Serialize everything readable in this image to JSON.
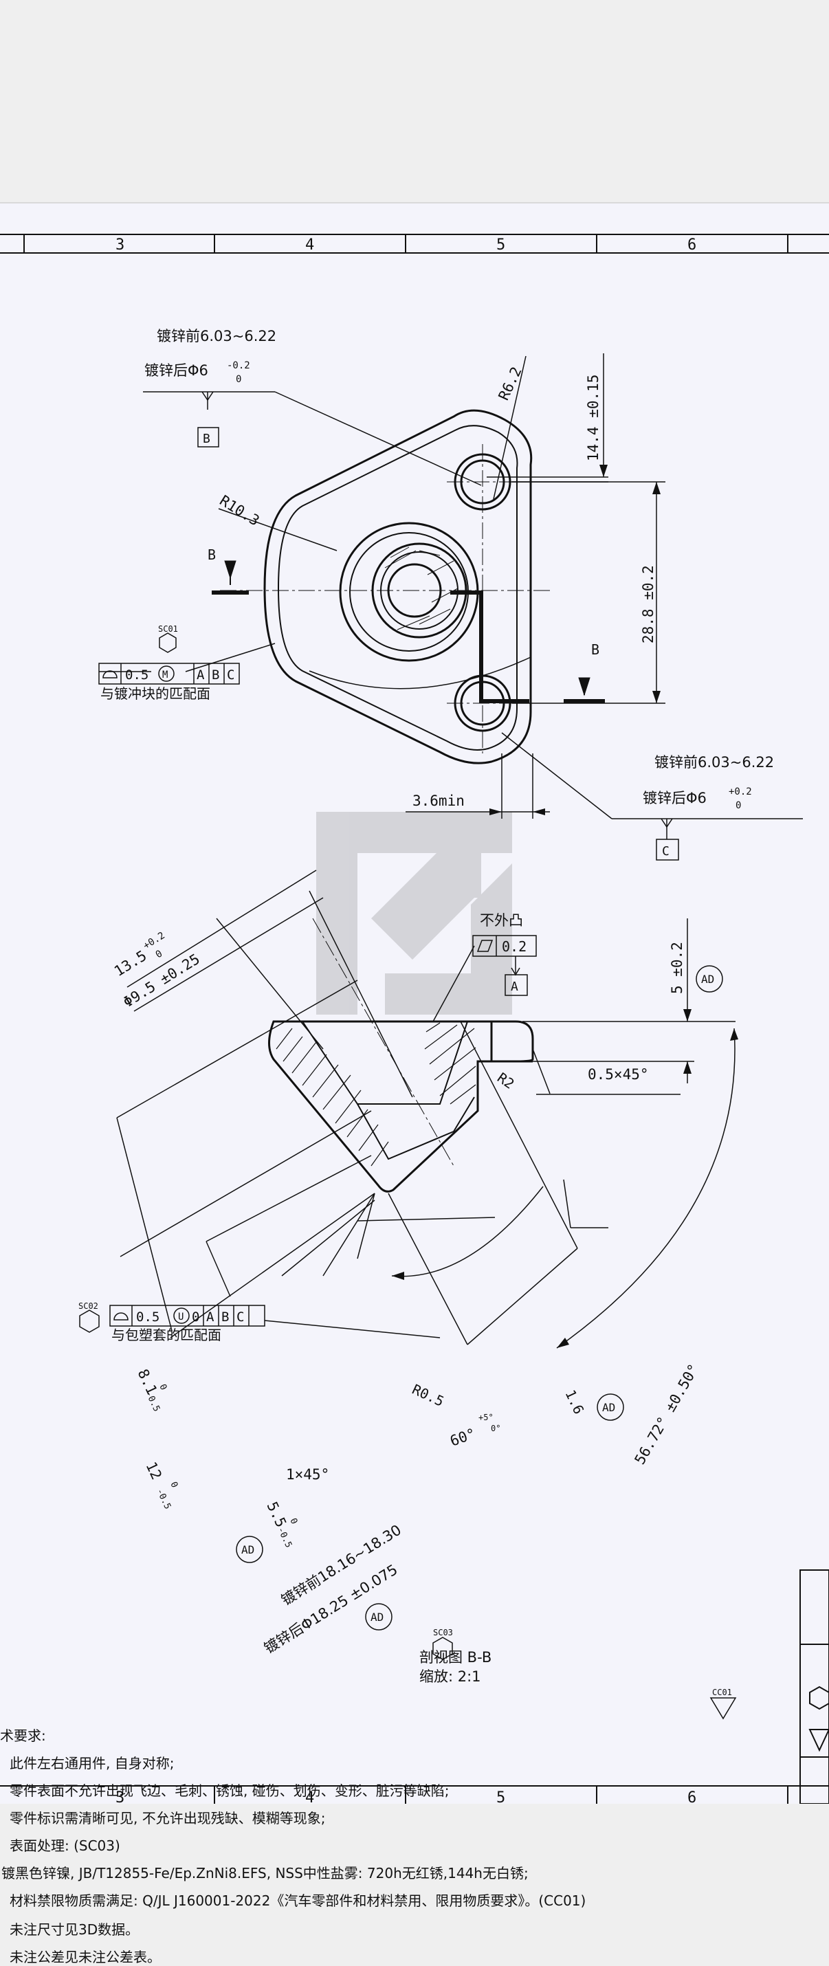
{
  "grid": {
    "top": [
      "3",
      "4",
      "5",
      "6"
    ],
    "bottom": [
      "3",
      "4",
      "5",
      "6"
    ]
  },
  "plan_view": {
    "pre_plating_b": "镀锌前6.03~6.22",
    "post_plating_b": "镀锌后Φ6",
    "tol_b_upper": "-0.2",
    "tol_b_lower": "0",
    "datum_b": "B",
    "r62": "R6.2",
    "dim_144": "14.4 ±0.15",
    "r103": "R10.3",
    "section_mark": "B",
    "sc01": "SC01",
    "fcf1": {
      "value": "0.5",
      "modifier": "M",
      "d1": "A",
      "d2": "B",
      "d3": "C"
    },
    "note_punch": "与镀冲块的匹配面",
    "dim_288": "28.8 ±0.2",
    "pre_plating_c": "镀锌前6.03~6.22",
    "post_plating_c": "镀锌后Φ6",
    "tol_c_upper": "+0.2",
    "tol_c_lower": "0",
    "datum_c": "C",
    "min_36": "3.6min"
  },
  "section_view": {
    "no_convex": "不外凸",
    "flatness": "0.2",
    "datum_a": "A",
    "dim_5": "5 ±0.2",
    "ad": "AD",
    "dim_135": "13.5",
    "dim_135_tol_u": "+0.2",
    "dim_135_tol_l": "0",
    "dim_95": "Φ9.5 ±0.25",
    "r2": "R2",
    "chamfer_05": "0.5×45°",
    "sc02": "SC02",
    "fcf2": {
      "value": "0.5",
      "modifier": "U",
      "extra": "0",
      "d1": "A",
      "d2": "B",
      "d3": "C"
    },
    "note_plastic": "与包塑套的匹配面",
    "dim_81": "8.1",
    "dim_81_tol_u": "0",
    "dim_81_tol_l": "-0.5",
    "dim_12": "12",
    "dim_12_tol_u": "0",
    "dim_12_tol_l": "-0.5",
    "r05": "R0.5",
    "ang_60": "60°",
    "ang_60_tol_u": "+5°",
    "ang_60_tol_l": "0°",
    "dim_16": "1.6",
    "ang_5672": "56.72° ±0.50°",
    "chamfer_1": "1×45°",
    "dim_55": "5.5",
    "dim_55_tol_u": "0",
    "dim_55_tol_l": "-0.5",
    "pre_1816": "镀锌前18.16~18.30",
    "post_1825": "镀锌后Φ18.25 ±0.075",
    "caption": "剖视图 B-B",
    "scale": "缩放:   2:1"
  },
  "notes": {
    "heading": "术要求:",
    "items": [
      "此件左右通用件, 自身对称;",
      "零件表面不允许出现飞边、毛刺、锈蚀, 碰伤、划伤、变形、脏污等缺陷;",
      "零件标识需清晰可见, 不允许出现残缺、模糊等现象;",
      "表面处理: (SC03)",
      "镀黑色锌镍, JB/T12855-Fe/Ep.ZnNi8.EFS, NSS中性盐雾: 720h无红锈,144h无白锈;",
      "材料禁限物质需满足: Q/JL J160001-2022《汽车零部件和材料禁用、限用物质要求》。(CC01)",
      "未注尺寸见3D数据。",
      "未注公差见未注公差表。"
    ],
    "sc03": "SC03",
    "cc01": "CC01"
  },
  "colors": {
    "sheet": "#f4f4fb",
    "line": "#111111",
    "watermark": "#cfcfd4"
  }
}
